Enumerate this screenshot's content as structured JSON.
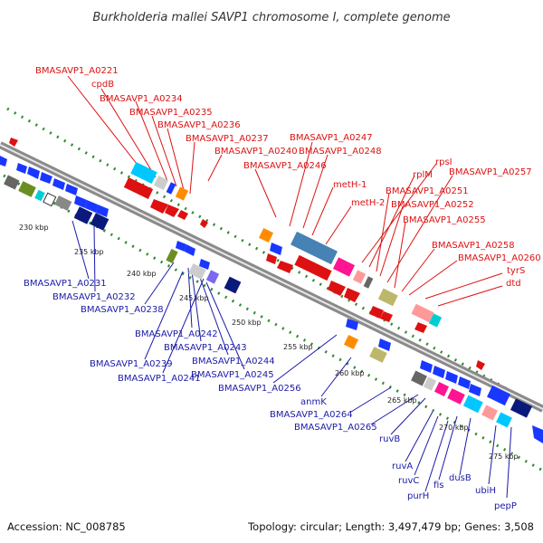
{
  "title": "Burkholderia mallei SAVP1 chromosome I, complete genome",
  "accession": "Accession: NC_008785",
  "summary": "Topology: circular; Length: 3,497,479 bp; Genes: 3,508",
  "colors": {
    "top_label": "#dd1111",
    "bottom_label": "#1a1aa8",
    "backbone": "#8a8a8a",
    "gc_dots": "#2e8b2e"
  },
  "ticks": [
    "230 kbp",
    "235 kbp",
    "240 kbp",
    "245 kbp",
    "250 kbp",
    "255 kbp",
    "260 kbp",
    "265 kbp",
    "270 kbp",
    "275 kbp"
  ],
  "top_labels": [
    "BMASAVP1_A0221",
    "cpdB",
    "BMASAVP1_A0234",
    "BMASAVP1_A0235",
    "BMASAVP1_A0236",
    "BMASAVP1_A0237",
    "BMASAVP1_A0240",
    "BMASAVP1_A0246",
    "BMASAVP1_A0247",
    "BMASAVP1_A0248",
    "metH-1",
    "metH-2",
    "rpsI",
    "rplM",
    "BMASAVP1_A0257",
    "BMASAVP1_A0251",
    "BMASAVP1_A0252",
    "BMASAVP1_A0255",
    "BMASAVP1_A0258",
    "BMASAVP1_A0260",
    "tyrS",
    "dtd"
  ],
  "bottom_labels": [
    "BMASAVP1_A0231",
    "BMASAVP1_A0232",
    "BMASAVP1_A0238",
    "BMASAVP1_A0242",
    "BMASAVP1_A0243",
    "BMASAVP1_A0239",
    "BMASAVP1_A0244",
    "BMASAVP1_A0241",
    "BMASAVP1_A0245",
    "BMASAVP1_A0256",
    "anmK",
    "BMASAVP1_A0264",
    "BMASAVP1_A0265",
    "ruvB",
    "ruvA",
    "ruvC",
    "purH",
    "fis",
    "dusB",
    "ubiH",
    "pepP"
  ]
}
